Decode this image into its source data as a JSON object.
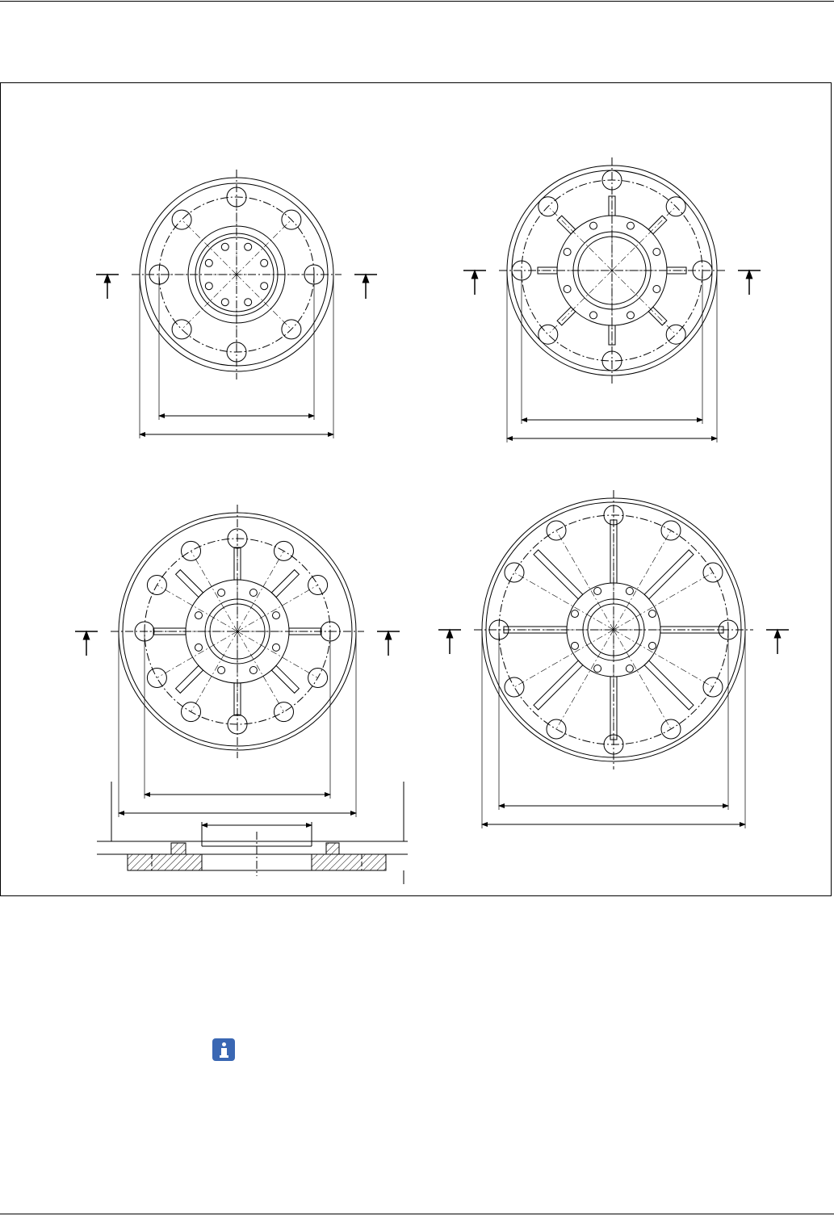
{
  "document": {
    "figure": {
      "views": [
        {
          "id": "flange-a",
          "bolt_holes": 8,
          "inner_holes": 8
        },
        {
          "id": "flange-b",
          "bolt_holes": 8,
          "inner_holes": 8
        },
        {
          "id": "flange-c",
          "bolt_holes": 12,
          "inner_holes": 8
        },
        {
          "id": "flange-d",
          "bolt_holes": 12,
          "inner_holes": 8
        }
      ],
      "section_view": "flange-cross-section"
    },
    "icons": {
      "info": "info-icon"
    },
    "colors": {
      "line": "#000000",
      "info_icon": "#3a67b3"
    }
  }
}
